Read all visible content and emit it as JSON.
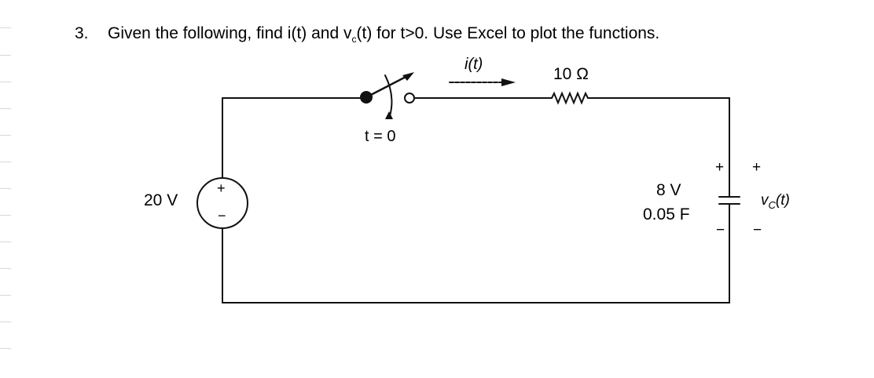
{
  "question": {
    "number": "3.",
    "text_before": "Given the following, find i(t) and v",
    "subscript": "c",
    "text_after": "(t) for t>0.  Use Excel to plot the functions."
  },
  "circuit": {
    "current_label": "i(t)",
    "resistor_label": "10 Ω",
    "switch_label": "t = 0",
    "source_voltage": "20 V",
    "source_plus": "+",
    "source_minus": "−",
    "cap_initial_voltage": "8 V",
    "cap_value": "0.05 F",
    "cap_plus": "+",
    "cap_minus": "−",
    "vc_plus": "+",
    "vc_minus": "−",
    "vc_label_main": "v",
    "vc_label_sub": "C",
    "vc_label_tail": "(t)"
  },
  "colors": {
    "line": "#111111",
    "background": "#ffffff"
  }
}
